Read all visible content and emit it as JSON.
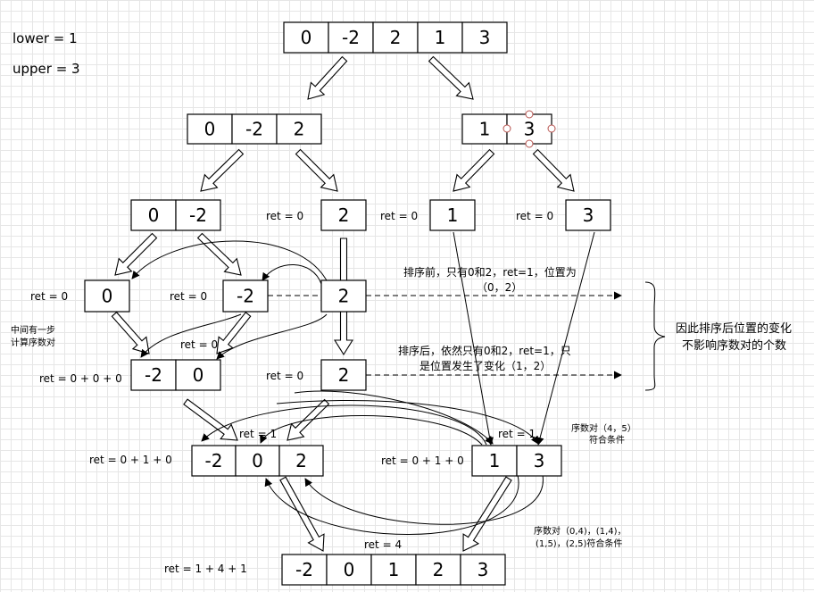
{
  "params": {
    "lower": "lower = 1",
    "upper": "upper = 3"
  },
  "arrays": [
    {
      "name": "root",
      "cells": [
        "0",
        "-2",
        "2",
        "1",
        "3"
      ]
    },
    {
      "name": "l1-left",
      "cells": [
        "0",
        "-2",
        "2"
      ]
    },
    {
      "name": "l1-right",
      "cells": [
        "1",
        "3"
      ]
    },
    {
      "name": "l2-left-pair",
      "cells": [
        "0",
        "-2"
      ]
    },
    {
      "name": "l2-two",
      "cells": [
        "2"
      ]
    },
    {
      "name": "l2-one",
      "cells": [
        "1"
      ]
    },
    {
      "name": "l2-three",
      "cells": [
        "3"
      ]
    },
    {
      "name": "l3-zero",
      "cells": [
        "0"
      ]
    },
    {
      "name": "l3-neg2",
      "cells": [
        "-2"
      ]
    },
    {
      "name": "l3-two",
      "cells": [
        "2"
      ]
    },
    {
      "name": "l4-merged",
      "cells": [
        "-2",
        "0"
      ]
    },
    {
      "name": "l4-two",
      "cells": [
        "2"
      ]
    },
    {
      "name": "l5-left",
      "cells": [
        "-2",
        "0",
        "2"
      ]
    },
    {
      "name": "l5-right",
      "cells": [
        "1",
        "3"
      ]
    },
    {
      "name": "result",
      "cells": [
        "-2",
        "0",
        "1",
        "2",
        "3"
      ]
    }
  ],
  "labels": {
    "ret_l2_two": "ret = 0",
    "ret_l2_one": "ret = 0",
    "ret_l2_three": "ret = 0",
    "ret_l3_zero": "ret = 0",
    "ret_l3_neg2": "ret = 0",
    "ret_l4_top": "ret = 0",
    "ret_l4_merged": "ret = 0 + 0 + 0",
    "ret_l4_two": "ret = 0",
    "ret_l5_left_top": "ret = 1",
    "ret_l5_left": "ret = 0 + 1 + 0",
    "ret_l5_right_top": "ret = 1",
    "ret_l5_right": "ret = 0 + 1 + 0",
    "ret_final_top": "ret = 4",
    "ret_final": "ret = 1 + 4 + 1"
  },
  "notes": {
    "middle_step_1": "中间有一步",
    "middle_step_2": "计算序数对",
    "before_sort_1": "排序前，只有0和2，ret=1，位置为",
    "before_sort_2": "（0，2）",
    "after_sort_1": "排序后，依然只有0和2，ret=1，只",
    "after_sort_2": "是位置发生了变化（1，2）",
    "conclusion_1": "因此排序后位置的变化",
    "conclusion_2": "不影响序数对的个数",
    "pair45_1": "序数对（4，5）",
    "pair45_2": "符合条件",
    "pairs_final_1": "序数对（0,4)，(1,4)，",
    "pairs_final_2": "(1,5)，(2,5)符合条件"
  },
  "colors": {
    "stroke": "#000000",
    "handle": "#b85450"
  }
}
